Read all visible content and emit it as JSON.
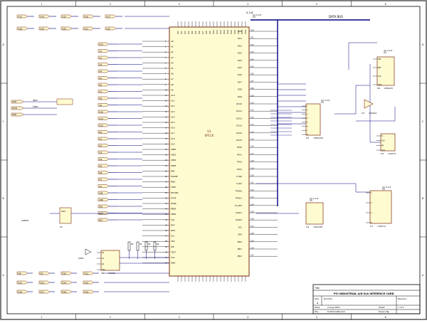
{
  "zones": {
    "cols": [
      "1",
      "2",
      "3",
      "4",
      "5",
      "6"
    ],
    "rows": [
      "D",
      "C",
      "B",
      "A"
    ]
  },
  "nets_top_left": [
    "A13",
    "A14",
    "A15",
    "A16",
    "A17",
    "A18",
    "A19",
    "A20",
    "A21",
    "A22"
  ],
  "nets_left_column": [
    "A23",
    "A1",
    "A2",
    "A3",
    "A4",
    "A5",
    "A6",
    "A7",
    "A8",
    "A9",
    "A10",
    "A11",
    "A12",
    "D0",
    "D1",
    "D2",
    "D3",
    "D4",
    "D5",
    "D6",
    "D7",
    "CS",
    "/OE",
    "/WE",
    "/RS",
    "RST",
    "INT"
  ],
  "nets_bottom_left": [
    "D8",
    "D9",
    "D10",
    "D11",
    "D12",
    "D13",
    "D14",
    "D15",
    "D16",
    "D17",
    "D18",
    "D19"
  ],
  "left_inputs": [
    "/IOR",
    "/IOW",
    "AEN"
  ],
  "left_input_nets": [
    "IRDY",
    "TRDY"
  ],
  "main_ic": {
    "ref": "U1",
    "part": "EP1C6"
  },
  "main_left_pins": [
    "A0",
    "A1",
    "A2",
    "A3",
    "A4",
    "A5",
    "A6",
    "A7",
    "A8",
    "A9",
    "A10",
    "A11",
    "A12",
    "A13",
    "A14",
    "A15",
    "A16",
    "A17",
    "A18",
    "A19",
    "CBE0",
    "CBE1",
    "CBE2",
    "CBE3",
    "PAR",
    "FRAME",
    "IRDY",
    "TRDY",
    "DEVSEL",
    "STOP",
    "IDSEL",
    "PERR",
    "SERR",
    "CLK",
    "RST",
    "INTA",
    "SCL",
    "SDA",
    "WP",
    "TEST",
    "VCC",
    "GND"
  ],
  "main_right_pins": [
    "DQ0",
    "DQ1",
    "DQ2",
    "DQ3",
    "DQ4",
    "DQ5",
    "DQ6",
    "DQ7",
    "DQ8",
    "DQ9",
    "DQ10",
    "DQ11",
    "DQ12",
    "DQ13",
    "DQ14",
    "DQ15",
    "PTA0",
    "PTA1",
    "PTA2",
    "PTA3",
    "P_IN0",
    "P_IN1",
    "PTAD0",
    "PTAD1",
    "ST_RST",
    "IOAD1",
    "IOAD2",
    "SCL",
    "SDA",
    "MD0",
    "MD1",
    "MD2"
  ],
  "bus_label": "DATA BUS",
  "cap_value": "0.1uF",
  "u2": {
    "ref": "U2",
    "part": "74HC245",
    "pins": [
      "1",
      "2",
      "3",
      "4",
      "5",
      "6",
      "7",
      "8"
    ]
  },
  "u3": {
    "ref": "U3",
    "part": "74LS04"
  },
  "u4": {
    "ref": "U4",
    "part": "74LS138"
  },
  "u5": {
    "ref": "U5",
    "part": "74LS74",
    "pins": [
      "D",
      "CLK",
      "PR",
      "CLR",
      "Q",
      "/Q"
    ]
  },
  "u6": {
    "ref": "U6",
    "part": "AD9220",
    "pins": [
      "VIN",
      "REF",
      "CLK",
      "OTR"
    ]
  },
  "u7": {
    "ref": "U7",
    "part": "74HC14",
    "pins": [
      "1",
      "2",
      "3",
      "4"
    ]
  },
  "u8": {
    "ref": "U8",
    "part": "24C02",
    "pins": [
      "A0",
      "A1",
      "A2",
      "VSS"
    ]
  },
  "osc": {
    "ref": "X1",
    "label": "OSC",
    "value": "40MHz"
  },
  "led": {
    "label": "LED1"
  },
  "resistors": [
    "R1",
    "R2",
    "R3",
    "R4"
  ],
  "title_block": {
    "title": "PCI INDUSTRIAL A/D D/A INTERFACE CARD",
    "size_label": "Size",
    "size": "A",
    "number_label": "Number",
    "revision_label": "Revision",
    "date_label": "Date:",
    "date": "2-Aug-2002",
    "file_label": "File:",
    "file": "D:\\PCI\\CARD.Sch",
    "sheet_label": "Sheet",
    "sheet": "1 of 1",
    "drawn_label": "Drawn By:"
  }
}
